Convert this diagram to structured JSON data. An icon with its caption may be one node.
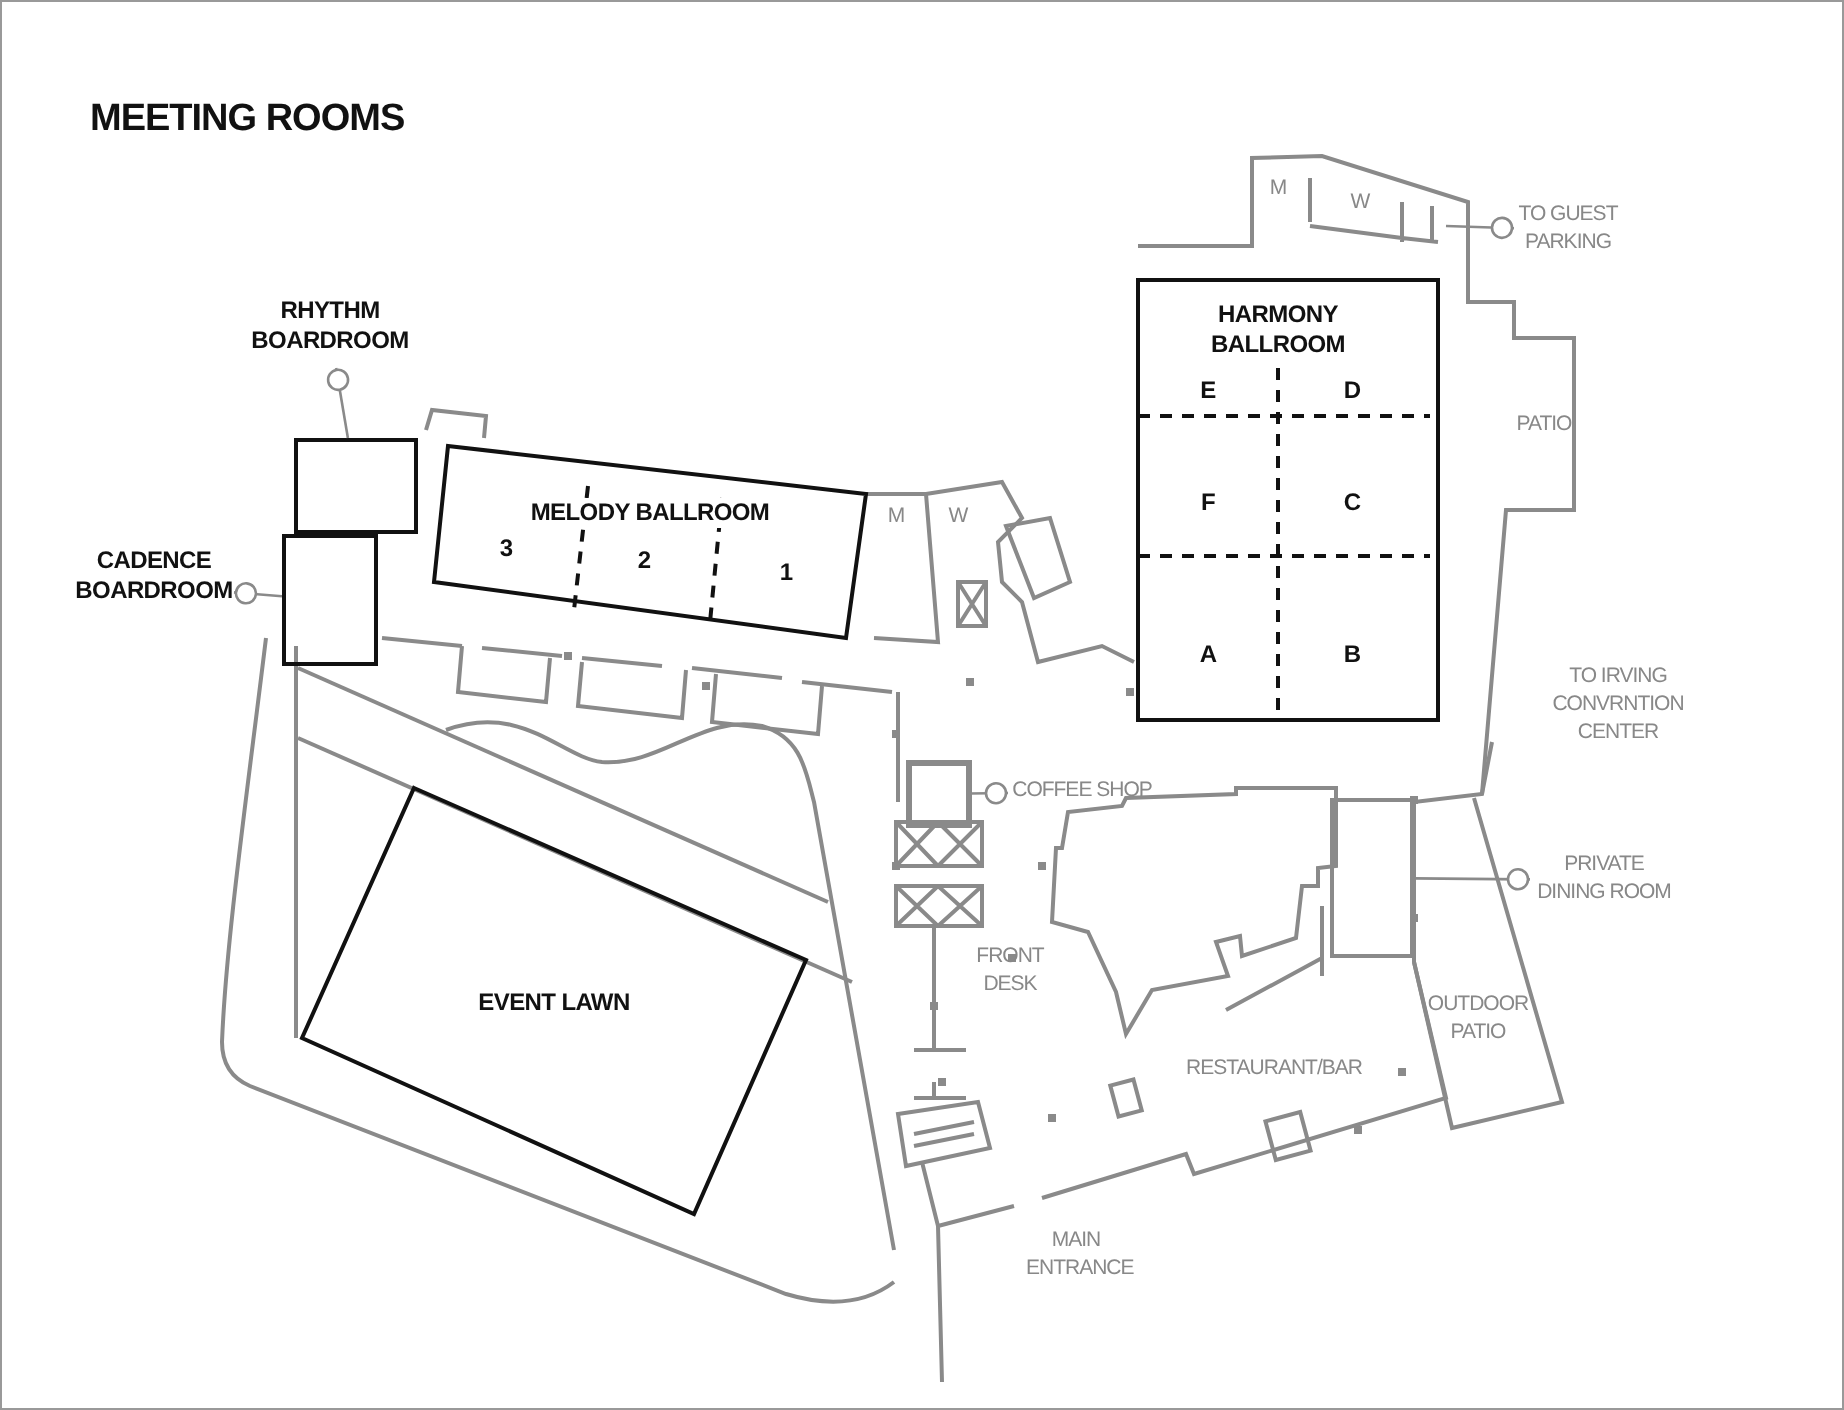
{
  "diagram": {
    "title": "MEETING ROOMS",
    "nodes": [
      {
        "text": [
          "RHYTHM BOARDROOM"
        ]
      },
      {
        "text": [],
        "shape": "box"
      },
      {
        "text": [
          "CADENCE BOARDROOM"
        ]
      },
      {
        "text": [],
        "shape": "box"
      },
      {
        "text": [
          "MELODY BALLROOM"
        ]
      },
      {
        "text": [
          "3"
        ],
        "in": 4
      },
      {
        "text": [
          "2"
        ],
        "in": 4
      },
      {
        "text": [
          "1"
        ],
        "in": 4
      },
      {
        "text": [
          "M"
        ]
      },
      {
        "text": [
          "W"
        ]
      },
      {
        "text": [
          "HARMONY BALLROOM"
        ]
      },
      {
        "text": [
          "E"
        ],
        "in": 10
      },
      {
        "text": [
          "D"
        ],
        "in": 10
      },
      {
        "text": [
          "F"
        ],
        "in": 10
      },
      {
        "text": [
          "C"
        ],
        "in": 10
      },
      {
        "text": [
          "A"
        ],
        "in": 10
      },
      {
        "text": [
          "B"
        ],
        "in": 10
      },
      {
        "text": [
          "M"
        ]
      },
      {
        "text": [
          "W"
        ]
      },
      {
        "text": [
          "TO GUEST PARKING"
        ]
      },
      {
        "text": [
          "PATIO"
        ]
      },
      {
        "text": [
          "EVENT LAWN"
        ]
      },
      {
        "text": [
          "COFFEE SHOP"
        ]
      },
      {
        "text": [],
        "shape": "box"
      },
      {
        "text": [
          "PRIVATE DINING ROOM"
        ]
      },
      {
        "text": [],
        "shape": "box"
      },
      {
        "text": [
          "OUTDOOR PATIO"
        ]
      }
    ],
    "edges": [
      {
        "from": 0,
        "to": 1,
        "arrow": "other"
      },
      {
        "from": 2,
        "to": 3,
        "arrow": "other"
      },
      {
        "from": 19,
        "to": null,
        "arrow": "other"
      },
      {
        "from": 22,
        "to": 23,
        "arrow": "other"
      },
      {
        "from": 24,
        "to": 25,
        "arrow": "other"
      }
    ],
    "labels": [
      "TO IRVING CONVRNTION CENTER",
      "FRONT DESK",
      "RESTAURANT/BAR",
      "MAIN ENTRANCE"
    ]
  }
}
